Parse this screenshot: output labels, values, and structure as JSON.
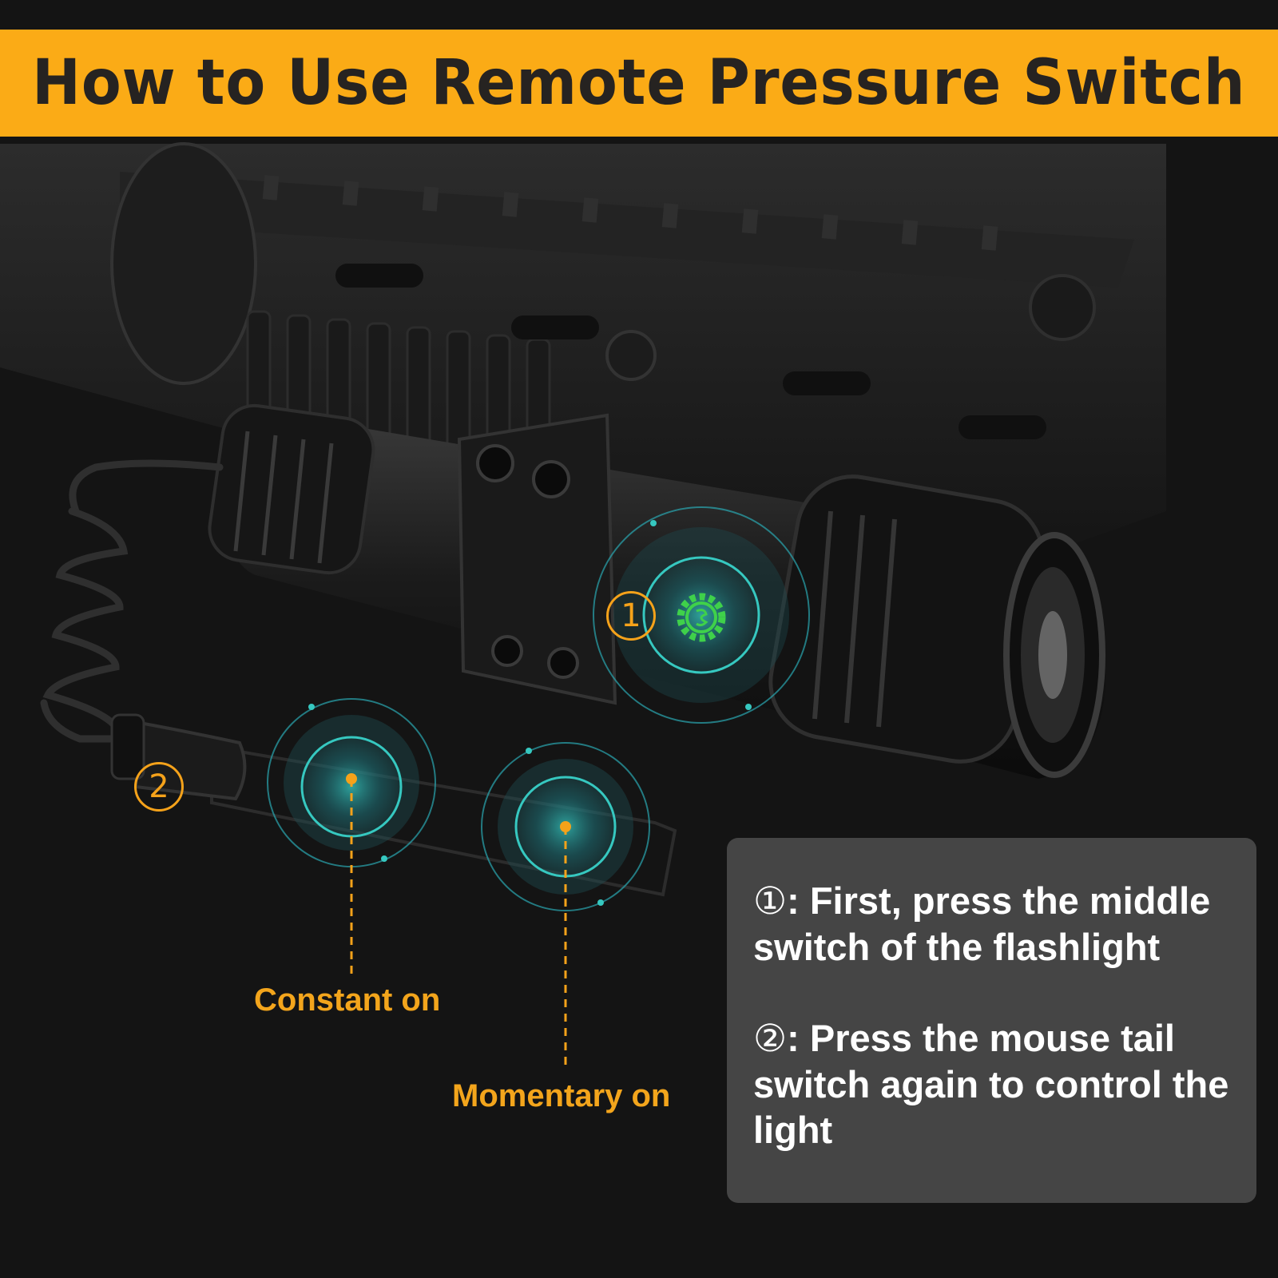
{
  "banner": {
    "title": "How to Use Remote Pressure Switch"
  },
  "illustration": {
    "subject": "tactical flashlight mounted on rifle rail with coiled remote pressure switch",
    "badges": [
      "1",
      "2"
    ],
    "callouts": {
      "left_button": "Constant on",
      "right_button": "Momentary on"
    },
    "colors": {
      "accent": "#fbab16",
      "highlight": "#36c8c0",
      "switch_icon": "#3fd14a"
    },
    "icons": [
      "gear-switch-icon"
    ]
  },
  "instructions": {
    "steps": [
      {
        "marker": "①",
        "text": ": First, press the middle switch of the flashlight"
      },
      {
        "marker": "②",
        "text": ": Press the mouse tail switch again to control the light"
      }
    ]
  }
}
